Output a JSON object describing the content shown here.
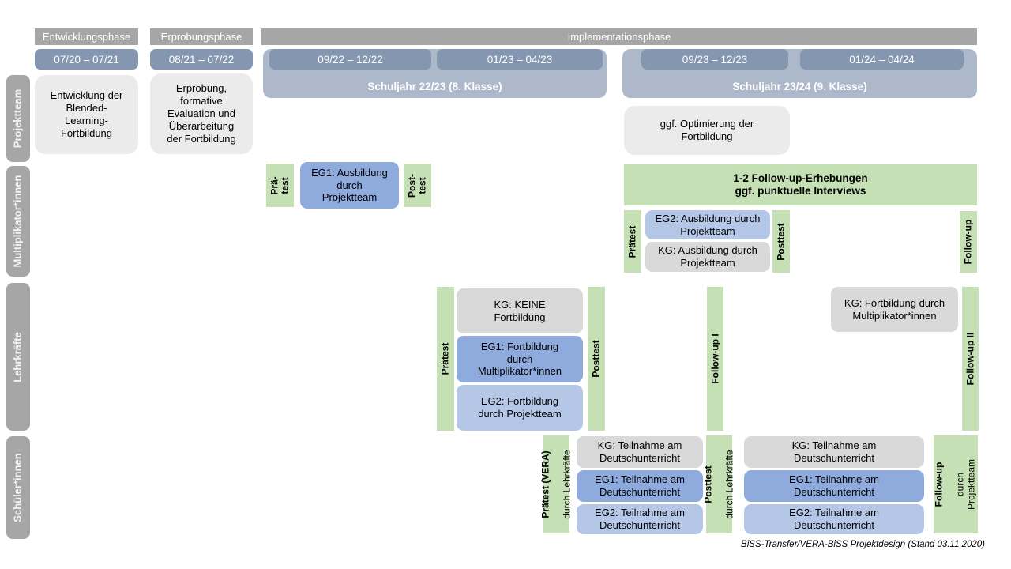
{
  "diagram": {
    "caption": "BiSS-Transfer/VERA-BiSS Projektdesign (Stand 03.11.2020)"
  },
  "header": {
    "phases": [
      "Entwicklungsphase",
      "Erprobungsphase",
      "Implementationsphase"
    ],
    "date_ranges": [
      "07/20 – 07/21",
      "08/21 – 07/22",
      "09/22 – 12/22",
      "01/23 – 04/23",
      "09/23 – 12/23",
      "01/24 – 04/24"
    ],
    "school_years": [
      "Schuljahr 22/23 (8. Klasse)",
      "Schuljahr 23/24 (9. Klasse)"
    ]
  },
  "sidebar": {
    "rows": [
      "Projektteam",
      "Multiplikator*innen",
      "Lehrkräfte",
      "Schüler*innen"
    ]
  },
  "projektteam": {
    "development_box": "Entwicklung der\nBlended-\nLearning-\nFortbildung",
    "testing_box": "Erprobung,\nformative\nEvaluation und\nÜberarbeitung\nder Fortbildung",
    "optimization_box": "ggf. Optimierung der\nFortbildung"
  },
  "multiplikatoren": {
    "praetest_1": "Prä-\ntest",
    "eg1_box": "EG1: Ausbildung\ndurch\nProjektteam",
    "posttest_1": "Post-\ntest",
    "followup_box": "1-2 Follow-up-Erhebungen\nggf. punktuelle Interviews",
    "praetest_2": "Prätest",
    "eg2_box": "EG2: Ausbildung durch\nProjektteam",
    "kg_box": "KG: Ausbildung durch\nProjektteam",
    "posttest_2": "Posttest",
    "followup_bar": "Follow-up"
  },
  "lehrkraefte": {
    "praetest_bar": "Prätest",
    "kg_box_1": "KG: KEINE\nFortbildung",
    "eg1_box": "EG1: Fortbildung\ndurch\nMultiplikator*innen",
    "eg2_box": "EG2: Fortbildung\ndurch Projektteam",
    "posttest_bar": "Posttest",
    "followup_1_bar": "Follow-up I",
    "kg_box_2": "KG: Fortbildung durch\nMultiplikator*innen",
    "followup_2_bar": "Follow-up II"
  },
  "schueler": {
    "praetest_bar_title": "Prätest (VERA)",
    "praetest_bar_sub": "durch Lehrkräfte",
    "block1_kg": "KG: Teilnahme am\nDeutschunterricht",
    "block1_eg1": "EG1: Teilnahme am\nDeutschunterricht",
    "block1_eg2": "EG2: Teilnahme am\nDeutschunterricht",
    "posttest_bar_title": "Posttest",
    "posttest_bar_sub": "durch Lehrkräfte",
    "block2_kg": "KG: Teilnahme am\nDeutschunterricht",
    "block2_eg1": "EG1: Teilnahme am\nDeutschunterricht",
    "block2_eg2": "EG2: Teilnahme am\nDeutschunterricht",
    "followup_bar_title": "Follow-up",
    "followup_bar_sub": "durch\nProjektteam"
  },
  "colors": {
    "phase_header_gray": "#a6a6a6",
    "date_bar_blue": "#8496b0",
    "school_year_blue": "#adb9ca",
    "survey_green": "#c5e0b4",
    "eg1_blue": "#8faadc",
    "eg2_blue": "#b4c7e7",
    "kg_gray": "#d9d9d9",
    "note_gray": "#ebebeb",
    "row_label_gray": "#a6a6a6"
  }
}
